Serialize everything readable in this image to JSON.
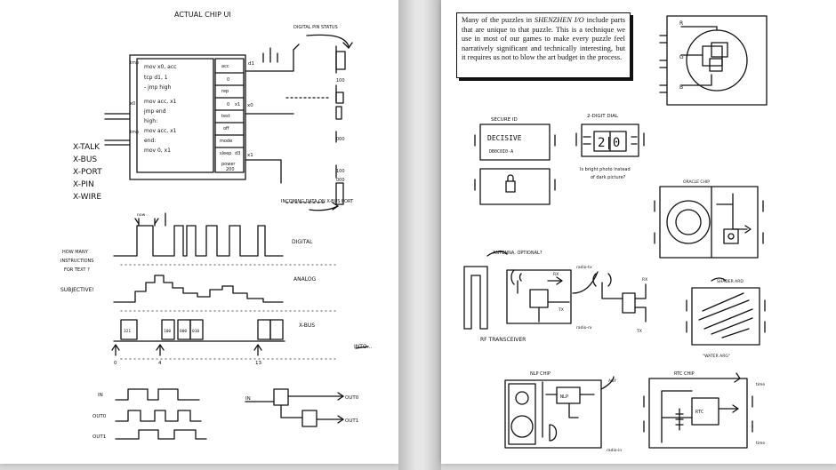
{
  "left_page": {
    "title": "ACTUAL CHIP UI",
    "annotations": {
      "pin_status": "DIGITAL PIN STATUS",
      "incoming_data": "INCOMING DATA ON X-BUS PORT",
      "instructions_q": [
        "HOW MANY",
        "INSTRUCTIONS",
        "FOR TEXT ?"
      ],
      "subjective": "SUBJECTIVE!",
      "into": "INTO..."
    },
    "code_lines": [
      "mov x0, acc",
      "tcp d1, 1",
      "- jmp high",
      "mov acc, x1",
      "jmp end",
      "high:",
      "mov acc, x1",
      "end:",
      "mov 0, x1"
    ],
    "code_labels": [
      "tmp",
      "x0",
      "tmp"
    ],
    "register_labels": [
      "acc",
      "0",
      "rep",
      "0",
      "test",
      "off",
      "mode",
      "sleep",
      "power"
    ],
    "register_values": [
      "",
      "",
      "",
      "x1",
      "",
      "",
      "",
      "d3",
      "200"
    ],
    "pin_labels": [
      "d1",
      "x0",
      "x1"
    ],
    "side_numbers": [
      "100",
      "000",
      "100",
      "000"
    ],
    "io_list": [
      "X-TALK",
      "X-BUS",
      "X-PORT",
      "X-PIN",
      "X-WIRE"
    ],
    "signal_labels": [
      "DIGITAL",
      "ANALOG",
      "X-BUS"
    ],
    "bus_values": [
      "321",
      "100",
      "000",
      "010"
    ],
    "timeline_ticks": [
      "0",
      "4",
      "13"
    ],
    "timing_labels": [
      "IN",
      "OUT0",
      "OUT1"
    ],
    "circuit_labels": [
      "IN",
      "OUT0",
      "OUT1"
    ],
    "clock_label": "now"
  },
  "right_page": {
    "caption": {
      "before": "Many of the puzzles in ",
      "game": "SHENZHEN I/O",
      "after": " include parts that are unique to that puzzle. This is a technique we use in most of our games to make every puzzle feel narratively significant and technically interesting, but it requires us not to blow the art budget in the process."
    },
    "rgb_labels": [
      "R",
      "G",
      "B"
    ],
    "secure_id": {
      "title": "SECURE ID",
      "word": "DECISIVE",
      "code": "DB0C0I0-A"
    },
    "dial": {
      "title": "2-DIGIT DIAL",
      "digits": "2|0",
      "note": [
        "Is bright photo instead",
        "of dark picture?"
      ]
    },
    "oracle": "ORACLE CHIP",
    "antenna": "ANTENNA, OPTIONAL?",
    "rf": "RF TRANSCEIVER",
    "rf_labels": [
      "RX",
      "TX",
      "RX",
      "TX"
    ],
    "side_notes": [
      "radio-tx",
      "radio-rx"
    ],
    "shader": "SHADER ARD",
    "shader_note": "\"WATER ARG\"",
    "nlp": {
      "title": "NLP CHIP",
      "box": "NLP",
      "note": "AGY",
      "io": "radio-in"
    },
    "rtc": {
      "title": "RTC CHIP",
      "box": "RTC",
      "io": [
        "time",
        "time"
      ]
    }
  }
}
